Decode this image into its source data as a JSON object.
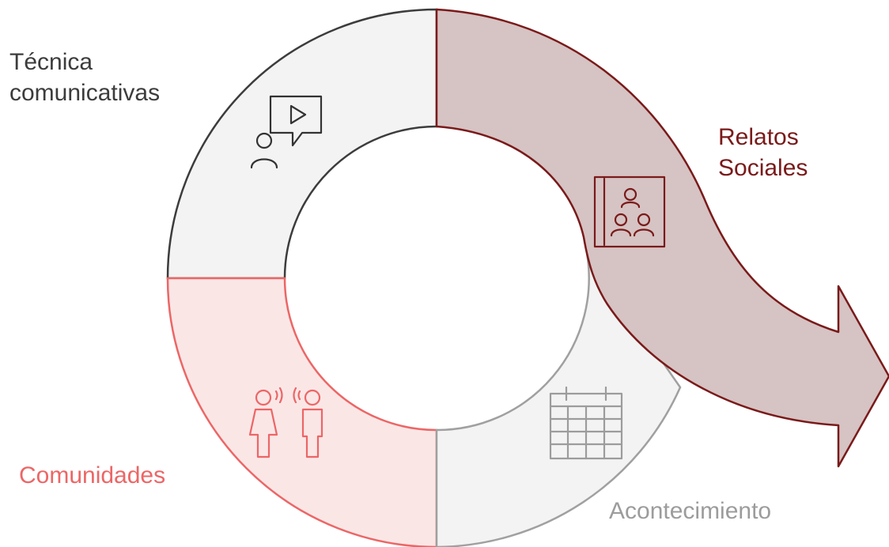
{
  "diagram": {
    "segments": [
      {
        "id": "technique",
        "label_lines": [
          "Técnica",
          "comunicativas"
        ],
        "icon": "presenter-video-icon",
        "fill": "#f3f3f3",
        "stroke": "#3c3c3c",
        "text_color": "#3c3c3c"
      },
      {
        "id": "relatos",
        "label_lines": [
          "Relatos",
          "Sociales"
        ],
        "icon": "group-portrait-icon",
        "fill": "#d6c3c3",
        "stroke": "#7a1a1a",
        "text_color": "#7a1a1a"
      },
      {
        "id": "comunidades",
        "label_lines": [
          "Comunidades"
        ],
        "icon": "two-people-talking-icon",
        "fill": "#fbe6e6",
        "stroke": "#ec6666",
        "text_color": "#ec6666"
      },
      {
        "id": "acontecimiento",
        "label_lines": [
          "Acontecimiento"
        ],
        "icon": "calendar-icon",
        "fill": "#f3f3f3",
        "stroke": "#a0a0a0",
        "text_color": "#9c9c9c"
      }
    ]
  }
}
